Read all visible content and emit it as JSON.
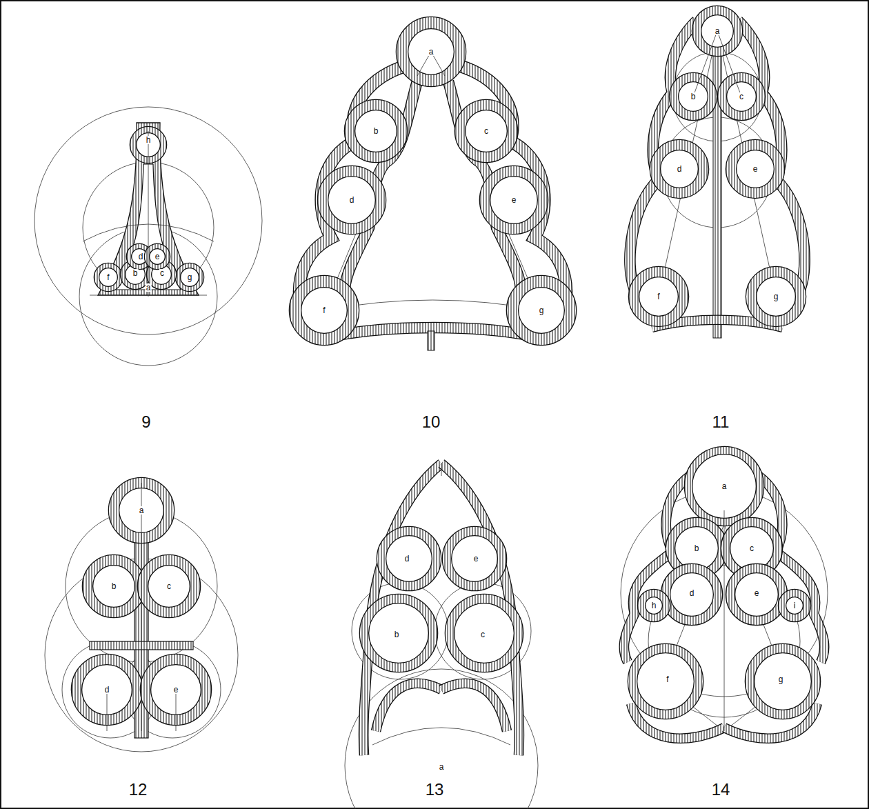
{
  "diagram": {
    "labels": [
      "9",
      "h",
      "d",
      "e",
      "b",
      "c",
      "f",
      "g",
      "a",
      "10",
      "a",
      "b",
      "c",
      "d",
      "e",
      "f",
      "g",
      "11",
      "a",
      "b",
      "c",
      "d",
      "e",
      "f",
      "g",
      "12",
      "a",
      "b",
      "c",
      "d",
      "e",
      "13",
      "d",
      "e",
      "b",
      "c",
      "a",
      "14",
      "a",
      "b",
      "c",
      "d",
      "e",
      "h",
      "i",
      "f",
      "g"
    ]
  }
}
